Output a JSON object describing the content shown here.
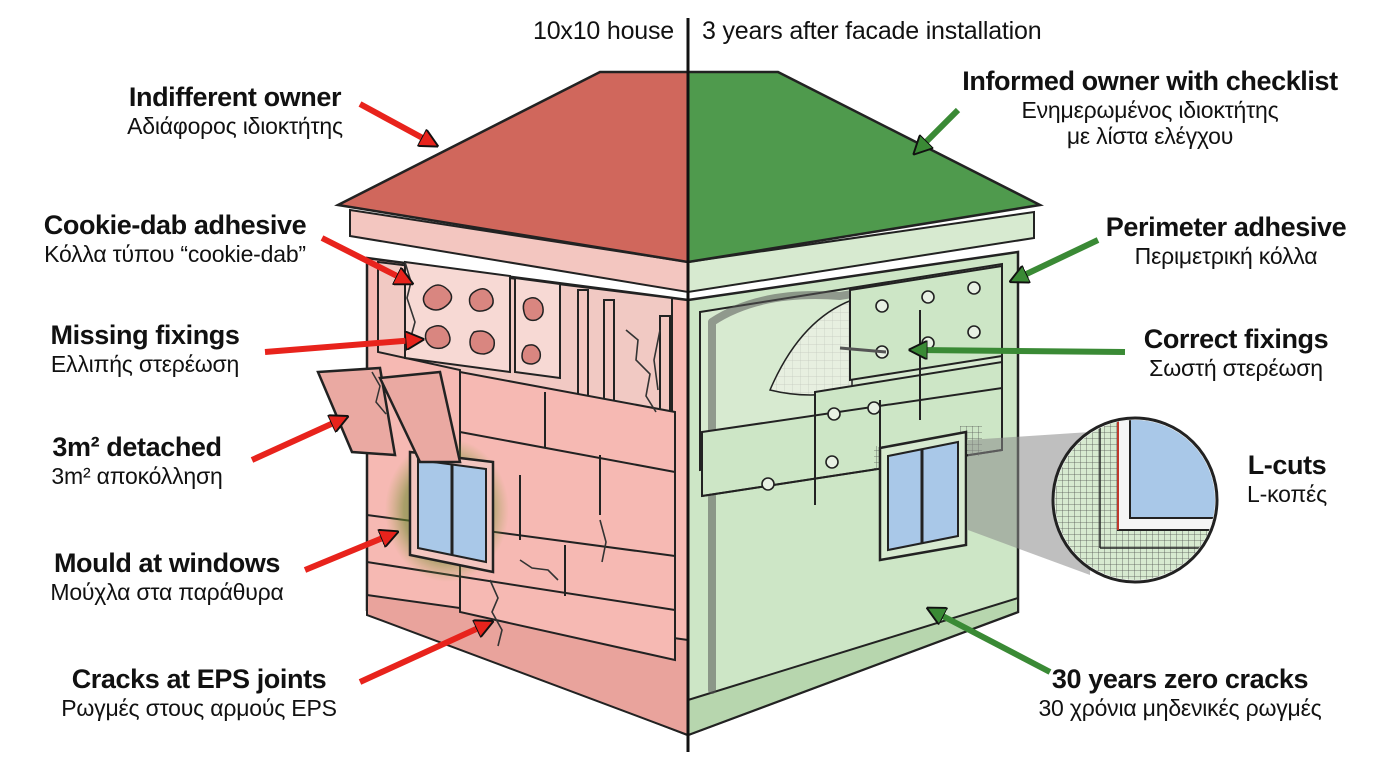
{
  "header": {
    "left": "10x10 house",
    "right": "3 years after facade installation"
  },
  "left_labels": [
    {
      "en": "Indifferent owner",
      "el": "Αδιάφορος ιδιοκτήτης"
    },
    {
      "en": "Cookie-dab adhesive",
      "el": "Κόλλα τύπου “cookie-dab”"
    },
    {
      "en": "Missing fixings",
      "el": "Ελλιπής στερέωση"
    },
    {
      "en": "3m² detached",
      "el": "3m² αποκόλληση"
    },
    {
      "en": "Mould at windows",
      "el": "Μούχλα στα παράθυρα"
    },
    {
      "en": "Cracks at EPS joints",
      "el": "Ρωγμές στους αρμούς EPS"
    }
  ],
  "right_labels": [
    {
      "en": "Informed owner with checklist",
      "el": "Ενημερωμένος ιδιοκτήτης",
      "el2": "με λίστα ελέγχου"
    },
    {
      "en": "Perimeter adhesive",
      "el": "Περιμετρική κόλλα"
    },
    {
      "en": "Correct fixings",
      "el": "Σωστή στερέωση"
    },
    {
      "en": "L-cuts",
      "el": "L-κοπές"
    },
    {
      "en": "30 years zero cracks",
      "el": "30 χρόνια μηδενικές ρωγμές"
    }
  ],
  "colors": {
    "bad_arrow": "#e8231c",
    "good_arrow": "#3a8a35",
    "bad_roof": "#d0675c",
    "good_roof": "#4f9a4d",
    "bad_wall": "#f6b9b3",
    "good_wall": "#cde6c6",
    "divider": "#111111"
  }
}
